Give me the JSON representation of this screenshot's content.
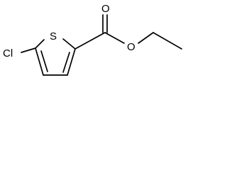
{
  "molecule": {
    "atoms": {
      "chlorine": "Cl",
      "sulfur": "S",
      "carbonyl_oxygen": "O",
      "ester_oxygen": "O"
    },
    "colors": {
      "bond": "#000000",
      "label": "#000000",
      "background": "#ffffff"
    }
  }
}
